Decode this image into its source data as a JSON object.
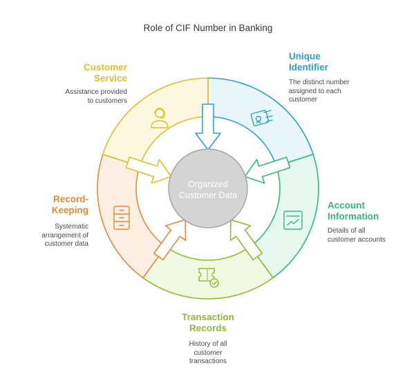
{
  "title": "Role of CIF Number in Banking",
  "center": {
    "line1": "Organized",
    "line2": "Customer Data"
  },
  "segments": [
    {
      "title_line1": "Unique",
      "title_line2": "Identifier",
      "desc": [
        "The distinct number",
        "assigned to each",
        "customer"
      ],
      "color": "#2ba3c9",
      "fill": "#e9f7fb",
      "icon": "money-id-icon"
    },
    {
      "title_line1": "Account",
      "title_line2": "Information",
      "desc": [
        "Details of all",
        "customer accounts"
      ],
      "color": "#33b97a",
      "fill": "#e6f8ef",
      "icon": "chart-document-icon"
    },
    {
      "title_line1": "Transaction",
      "title_line2": "Records",
      "desc": [
        "History of all",
        "customer",
        "transactions"
      ],
      "color": "#8bbf2e",
      "fill": "#f2f9e3",
      "icon": "ticket-check-icon"
    },
    {
      "title_line1": "Record-",
      "title_line2": "Keeping",
      "desc": [
        "Systematic",
        "arrangement of",
        "customer data"
      ],
      "color": "#e08b3c",
      "fill": "#fdf0e3",
      "icon": "file-cabinet-icon"
    },
    {
      "title_line1": "Customer",
      "title_line2": "Service",
      "desc": [
        "Assistance provided",
        "to customers"
      ],
      "color": "#dcc128",
      "fill": "#fcf8e0",
      "icon": "support-agent-icon"
    }
  ]
}
